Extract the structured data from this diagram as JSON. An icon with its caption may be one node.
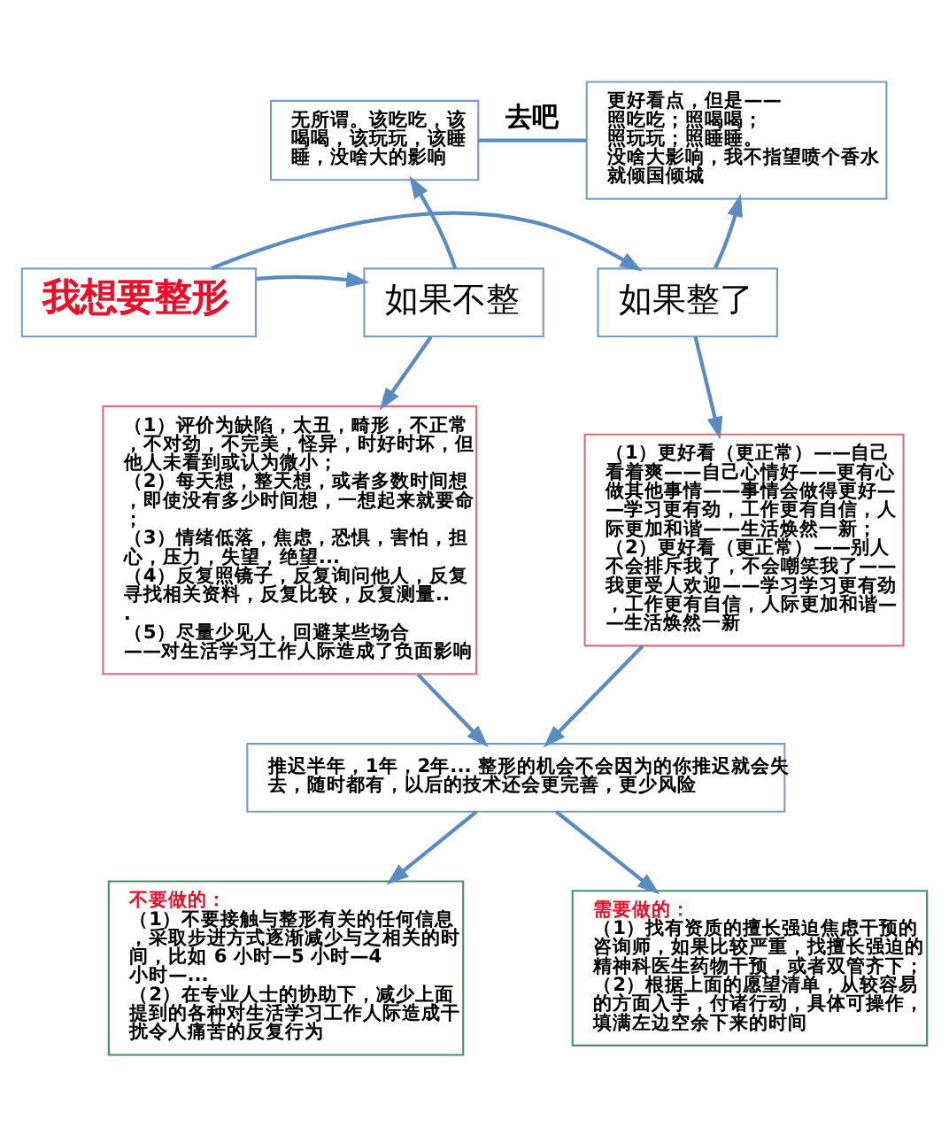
{
  "diagram": {
    "nodes": [
      {
        "text": [
          "我想要整形"
        ]
      },
      {
        "text": [
          "如果不整"
        ]
      },
      {
        "text": [
          "如果整了"
        ]
      },
      {
        "text": [
          "无所谓。该吃吃，该喝喝，该玩玩，该睡睡，没啥大的影响"
        ]
      },
      {
        "text": [
          "更好看点，但是——",
          "照吃吃；照喝喝；",
          "照玩玩；照睡睡。",
          "没啥大影响，我不指望喷个香水就倾国倾城"
        ]
      },
      {
        "text": [
          "（1）评价为缺陷，太丑，畸形，不正常，不对劲，不完美，怪异，时好时坏，但他人未看到或认为微小；",
          "（2）每天想，整天想，或者多数时间想，即使没有多少时间想，一想起来就要命；",
          "（3）情绪低落，焦虑，恐惧，害怕，担心，压力，失望，绝望...",
          "（4）反复照镜子，反复询问他人，反复寻找相关资料，反复比较，反复测量...",
          "（5）尽量少见人，回避某些场合",
          "——对生活学习工作人际造成了负面影响"
        ]
      },
      {
        "text": [
          "（1）更好看（更正常）——自己看着爽——自己心情好——更有心做其他事情——事情会做得更好——学习更有劲，工作更有自信，人际更加和谐——生活焕然一新；",
          "（2）更好看（更正常）——别人不会排斥我了，不会嘲笑我了——我更受人欢迎——学习学习更有劲，工作更有自信，人际更加和谐——生活焕然一新"
        ]
      },
      {
        "text": [
          "推迟半年，1年，2年... 整形的机会不会因为的你推迟就会失去，随时都有，以后的技术还会更完善，更少风险"
        ]
      },
      {
        "text": [
          "不要做的：",
          "（1）不要接触与整形有关的任何信息，采取步进方式逐渐减少与之相关的时间，比如 6 小时—5 小时—4 小时—...",
          "（2）在专业人士的协助下，减少上面提到的各种对生活学习工作人际造成干扰令人痛苦的反复行为"
        ]
      },
      {
        "text": [
          "需要做的：",
          "（1）找有资质的擅长强迫焦虑干预的咨询师，如果比较严重，找擅长强迫的精神科医生药物干预，或者双管齐下；",
          "（2）根据上面的愿望清单，从较容易的方面入手，付诸行动，具体可操作，填满左边空余下来的时间"
        ]
      }
    ],
    "edges": [
      {
        "from": 0,
        "to": 1,
        "arrow": "to"
      },
      {
        "from": 0,
        "to": 2,
        "arrow": "to"
      },
      {
        "from": 1,
        "to": 3,
        "arrow": "to"
      },
      {
        "from": 2,
        "to": 4,
        "arrow": "to"
      },
      {
        "from": 3,
        "to": 4,
        "arrow": "none",
        "label": "去吧"
      },
      {
        "from": 1,
        "to": 5,
        "arrow": "to"
      },
      {
        "from": 2,
        "to": 6,
        "arrow": "to"
      },
      {
        "from": 5,
        "to": 7,
        "arrow": "to"
      },
      {
        "from": 6,
        "to": 7,
        "arrow": "to"
      },
      {
        "from": 7,
        "to": 8,
        "arrow": "to"
      },
      {
        "from": 7,
        "to": 9,
        "arrow": "to"
      }
    ]
  }
}
